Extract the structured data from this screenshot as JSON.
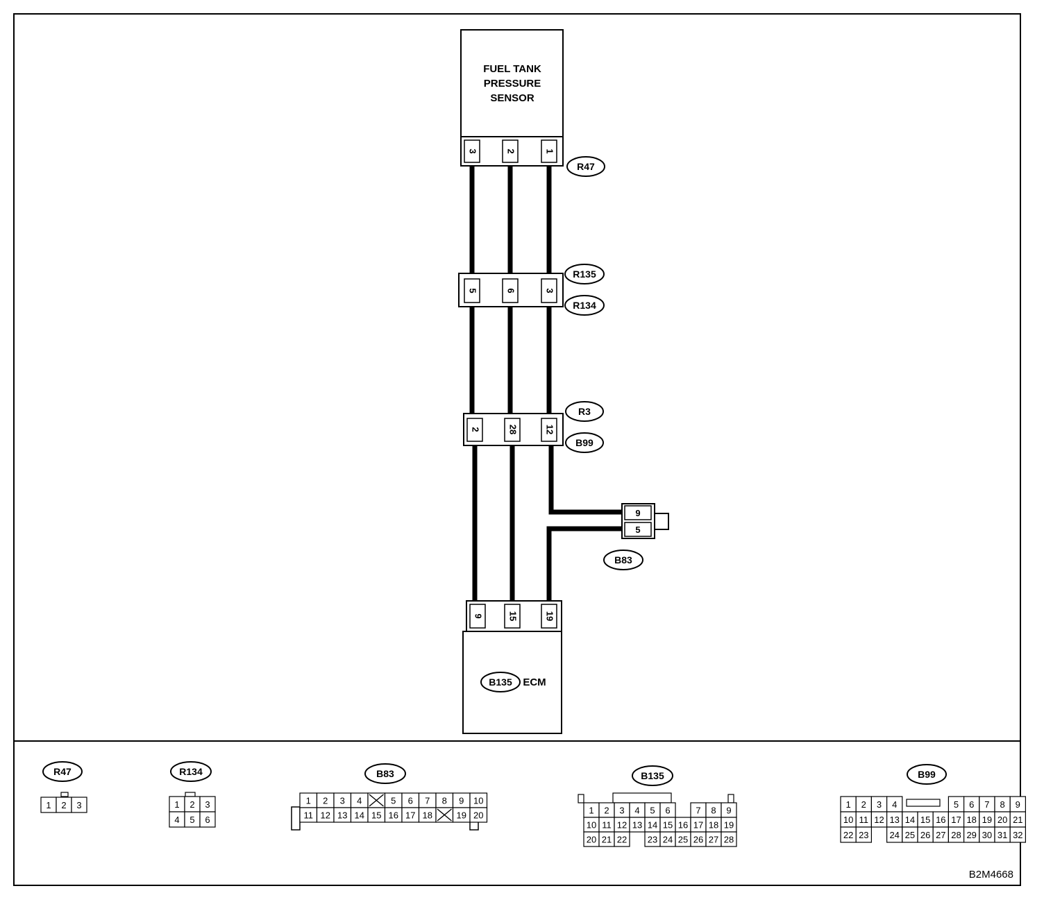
{
  "components": {
    "sensor": {
      "lines": [
        "FUEL TANK",
        "PRESSURE",
        "SENSOR"
      ]
    },
    "ecm": {
      "connector": "B135",
      "label": "ECM"
    }
  },
  "connectors": {
    "r47": {
      "label": "R47",
      "pins": [
        "3",
        "2",
        "1"
      ]
    },
    "r135_r134": {
      "labels": [
        "R135",
        "R134"
      ],
      "pins": [
        "5",
        "6",
        "3"
      ]
    },
    "r3_b99": {
      "labels": [
        "R3",
        "B99"
      ],
      "pins": [
        "2",
        "28",
        "12"
      ]
    },
    "b83": {
      "label": "B83",
      "pins": [
        "9",
        "5"
      ]
    },
    "b135": {
      "pins": [
        "9",
        "15",
        "19"
      ]
    }
  },
  "legend": {
    "r47": {
      "label": "R47",
      "rows": [
        [
          "1",
          "2",
          "3"
        ]
      ]
    },
    "r134": {
      "label": "R134",
      "rows": [
        [
          "1",
          "2",
          "3"
        ],
        [
          "4",
          "5",
          "6"
        ]
      ]
    },
    "b83": {
      "label": "B83",
      "rows": [
        [
          "1",
          "2",
          "3",
          "4",
          "",
          "5",
          "6",
          "7",
          "8",
          "9",
          "10"
        ],
        [
          "11",
          "12",
          "13",
          "14",
          "15",
          "16",
          "17",
          "18",
          "",
          "19",
          "20"
        ]
      ]
    },
    "b135": {
      "label": "B135",
      "rows": [
        [
          "1",
          "2",
          "3",
          "4",
          "5",
          "6",
          "",
          "7",
          "8",
          "9"
        ],
        [
          "10",
          "11",
          "12",
          "13",
          "14",
          "15",
          "16",
          "17",
          "18",
          "19"
        ],
        [
          "20",
          "21",
          "22",
          "",
          "23",
          "24",
          "25",
          "26",
          "27",
          "28"
        ]
      ]
    },
    "b99": {
      "label": "B99",
      "rows": [
        [
          "1",
          "2",
          "3",
          "4",
          "",
          "",
          "",
          "5",
          "6",
          "7",
          "8",
          "9"
        ],
        [
          "10",
          "11",
          "12",
          "13",
          "14",
          "15",
          "16",
          "17",
          "18",
          "19",
          "20",
          "21"
        ],
        [
          "22",
          "23",
          "",
          "24",
          "25",
          "26",
          "27",
          "28",
          "29",
          "30",
          "31",
          "32"
        ]
      ]
    }
  },
  "figure_code": "B2M4668"
}
